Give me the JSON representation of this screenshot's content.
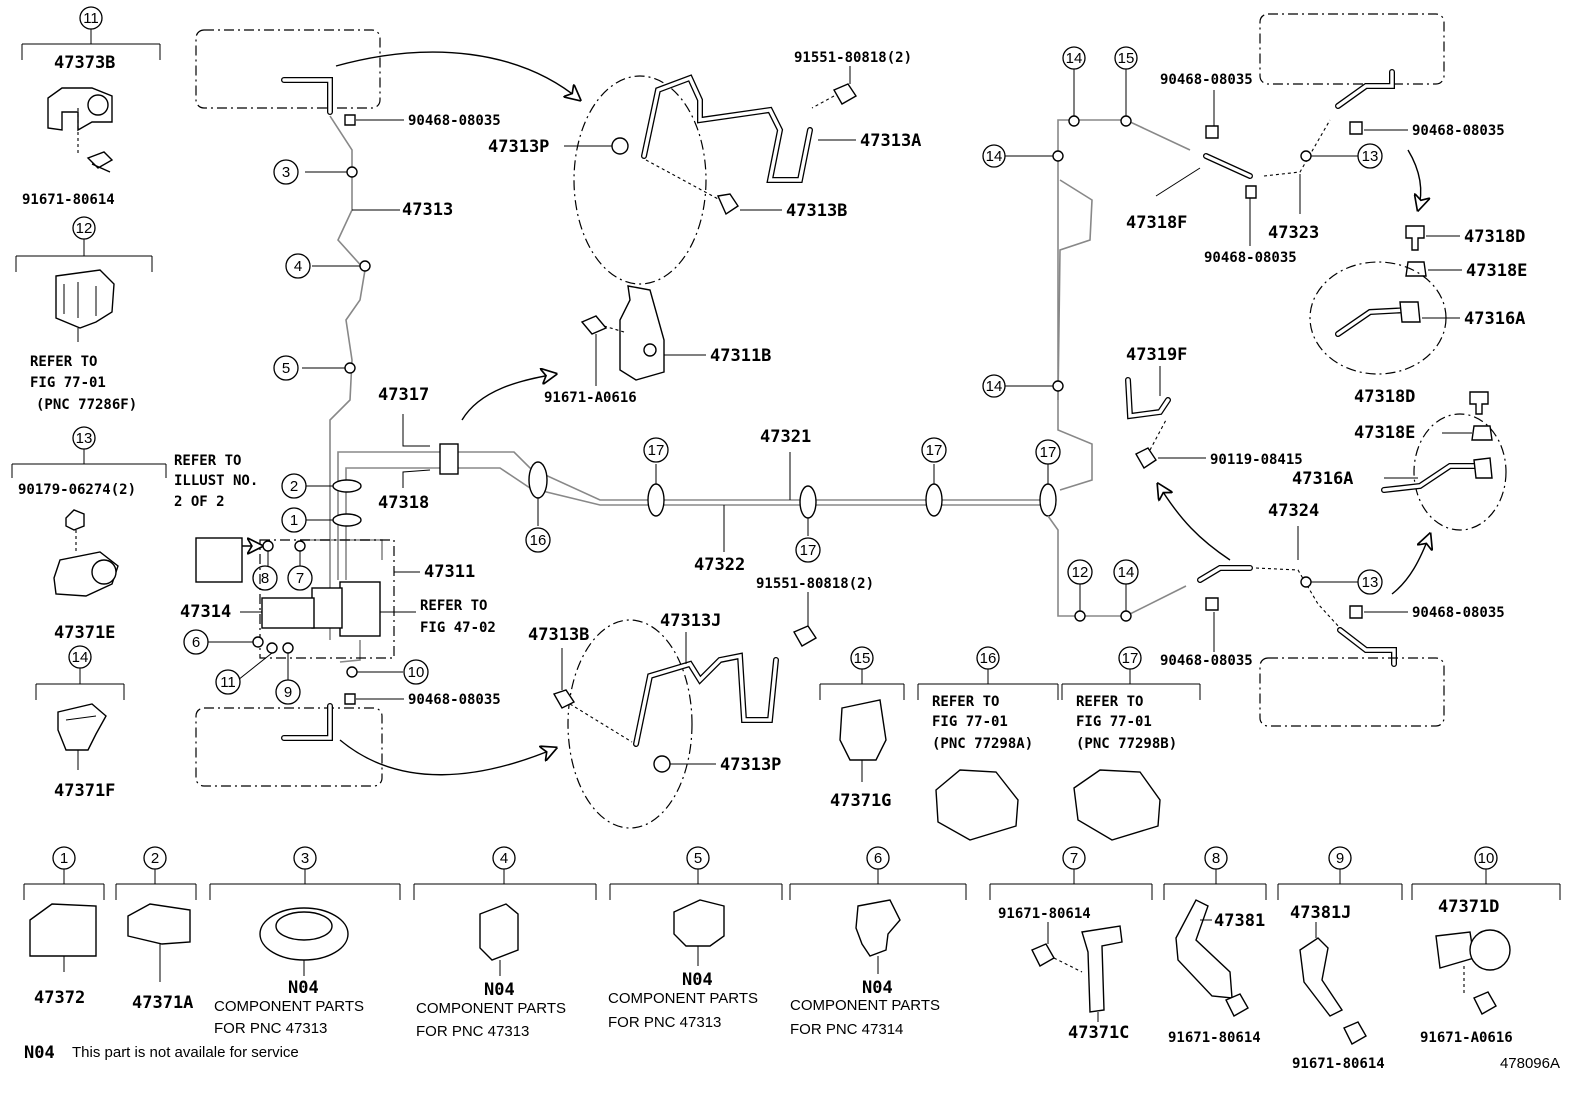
{
  "diagram_id": "478096A",
  "footnote": {
    "code": "N04",
    "text": "This part is not availale for service"
  },
  "callouts": {
    "c1": "1",
    "c2": "2",
    "c3": "3",
    "c4": "4",
    "c5": "5",
    "c6": "6",
    "c7": "7",
    "c8": "8",
    "c9": "9",
    "c10": "10",
    "c11": "11",
    "c12": "12",
    "c13": "13",
    "c14": "14",
    "c15": "15",
    "c16": "16",
    "c17": "17"
  },
  "parts": {
    "p47373B": "47373B",
    "p91671_80614": "91671-80614",
    "p47371E": "47371E",
    "p90179": "90179-06274(2)",
    "p47371F": "47371F",
    "p90468": "90468-08035",
    "p47313": "47313",
    "p47317": "47317",
    "p47318": "47318",
    "p47311": "47311",
    "p47314": "47314",
    "p47313P": "47313P",
    "p91551": "91551-80818(2)",
    "p47313A": "47313A",
    "p47313B": "47313B",
    "p47311B": "47311B",
    "p91671_A0616": "91671-A0616",
    "p47321": "47321",
    "p47322": "47322",
    "p47313J": "47313J",
    "p47371G": "47371G",
    "p47318F": "47318F",
    "p47323": "47323",
    "p47318D": "47318D",
    "p47318E": "47318E",
    "p47316A": "47316A",
    "p47319F": "47319F",
    "p90119": "90119-08415",
    "p47324": "47324",
    "p47372": "47372",
    "p47371A": "47371A",
    "p N04": "N04",
    "p47371C": "47371C",
    "p47381": "47381",
    "p47381J": "47381J",
    "p47371D": "47371D"
  },
  "refs": {
    "refer_to": "REFER TO",
    "fig_77_01": "FIG 77-01",
    "pnc_77286F": "(PNC 77286F)",
    "pnc_77298A": "(PNC 77298A)",
    "pnc_77298B": "(PNC 77298B)",
    "fig_47_02": "FIG 47-02",
    "illust_no": "ILLUST NO.",
    "two_of_two": "2 OF 2"
  },
  "component_notes": {
    "n04": "N04",
    "component_parts": "COMPONENT PARTS",
    "for_pnc_47313": "FOR PNC 47313",
    "for_pnc_47314": "FOR PNC 47314"
  }
}
